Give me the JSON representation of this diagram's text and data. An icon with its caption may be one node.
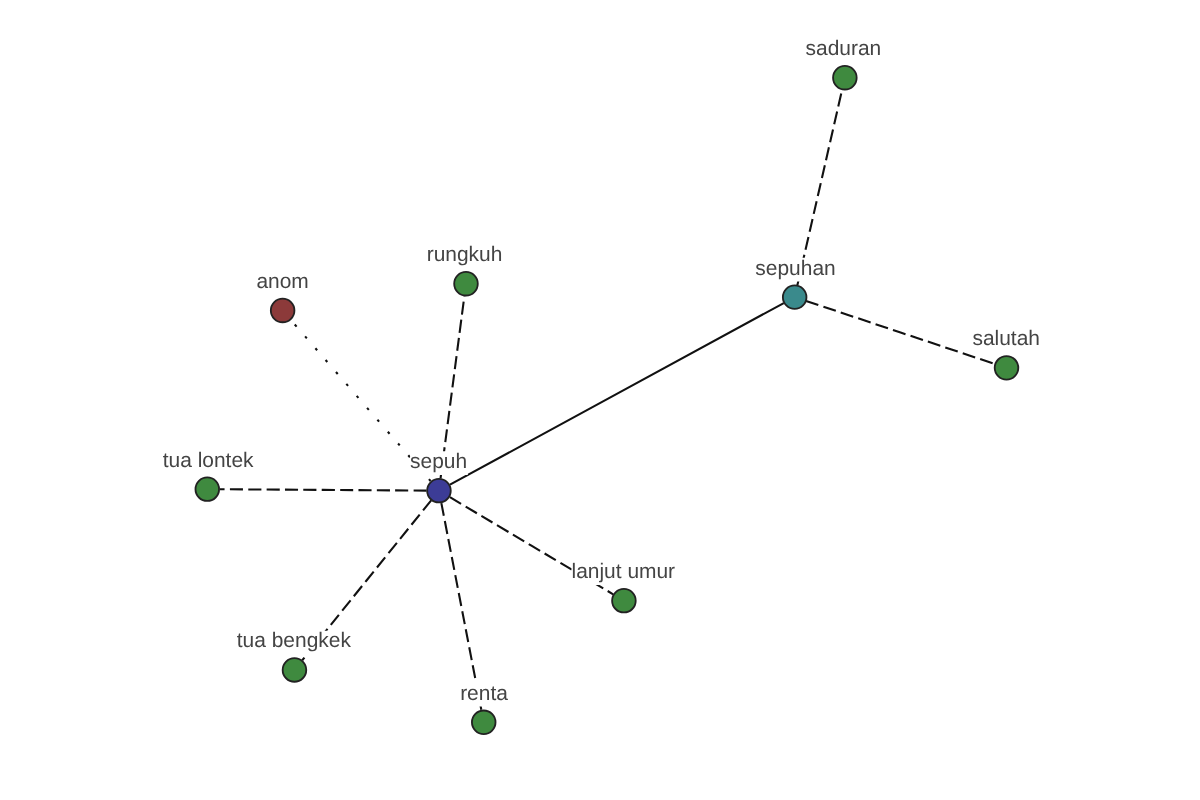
{
  "diagram": {
    "nodes": [
      {
        "text": [
          "rungkuh"
        ]
      },
      {
        "text": [
          "renta"
        ]
      },
      {
        "text": [
          "lanjut umur"
        ]
      },
      {
        "text": [
          "sepuh"
        ]
      },
      {
        "text": [
          "anom"
        ]
      },
      {
        "text": [
          "tua bengkek"
        ]
      },
      {
        "text": [
          "sepuhan"
        ]
      },
      {
        "text": [
          "saduran"
        ]
      },
      {
        "text": [
          "tua lontek"
        ]
      },
      {
        "text": [
          "salutah"
        ]
      }
    ],
    "edges": [
      {
        "from": 3,
        "to": 0,
        "arrow": "none",
        "style": "dashed"
      },
      {
        "from": 3,
        "to": 1,
        "arrow": "none",
        "style": "dashed"
      },
      {
        "from": 3,
        "to": 2,
        "arrow": "none",
        "style": "dashed"
      },
      {
        "from": 3,
        "to": 4,
        "arrow": "none",
        "style": "dashed"
      },
      {
        "from": 3,
        "to": 5,
        "arrow": "none",
        "style": "dashed"
      },
      {
        "from": 3,
        "to": 8,
        "arrow": "none",
        "style": "dashed"
      },
      {
        "from": 3,
        "to": 6,
        "arrow": "none"
      },
      {
        "from": 6,
        "to": 7,
        "arrow": "none",
        "style": "dashed"
      },
      {
        "from": 6,
        "to": 9,
        "arrow": "none",
        "style": "dashed"
      }
    ]
  }
}
